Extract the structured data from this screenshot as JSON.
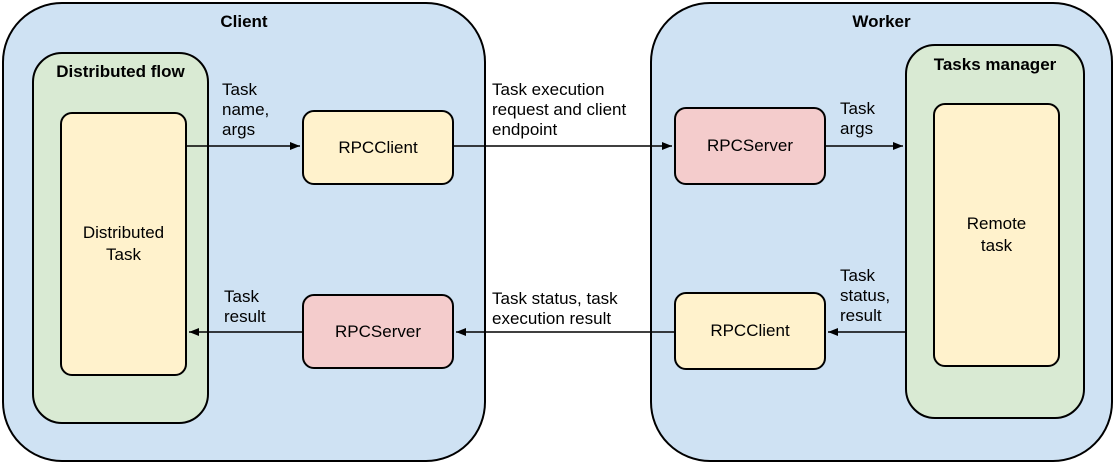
{
  "client": {
    "title": "Client",
    "flow_title": "Distributed flow",
    "task": "Distributed\nTask",
    "rpc_client": "RPCClient",
    "rpc_server": "RPCServer"
  },
  "worker": {
    "title": "Worker",
    "manager_title": "Tasks manager",
    "task": "Remote\ntask",
    "rpc_server": "RPCServer",
    "rpc_client": "RPCClient"
  },
  "edges": {
    "task_name_args": "Task\nname,\nargs",
    "execution_request": "Task execution\nrequest and client\nendpoint",
    "task_args": "Task\nargs",
    "task_status_result": "Task\nstatus,\nresult",
    "status_execution_result": "Task status, task\nexecution result",
    "task_result": "Task\nresult"
  },
  "colors": {
    "container": "#cfe2f3",
    "group": "#d9ead3",
    "client_node": "#fff2cc",
    "server_node": "#f4cccc"
  }
}
